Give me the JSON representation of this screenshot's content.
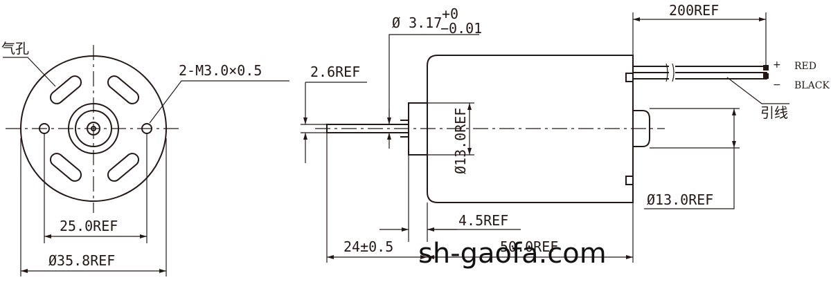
{
  "labels": {
    "vent_hole": "气孔",
    "screw_holes": "2-M3.0×0.5",
    "hole_spacing": "25.0REF",
    "flange_dia": "Ø35.8REF",
    "shaft_dia": "Ø 3.17",
    "shaft_tol_upper": "+0",
    "shaft_tol_lower": "−0.01",
    "shaft_offset": "2.6REF",
    "boss_dia": "Ø13.0REF",
    "bearing_dia": "Ø13.0REF",
    "boss_len": "4.5REF",
    "shaft_len": "24±0.5",
    "body_len": "50.0REF",
    "lead_len": "200REF",
    "plus": "+",
    "minus": "−",
    "red": "RED",
    "black": "BLACK",
    "leads": "引线"
  },
  "watermark": "sh-gaofa.com"
}
